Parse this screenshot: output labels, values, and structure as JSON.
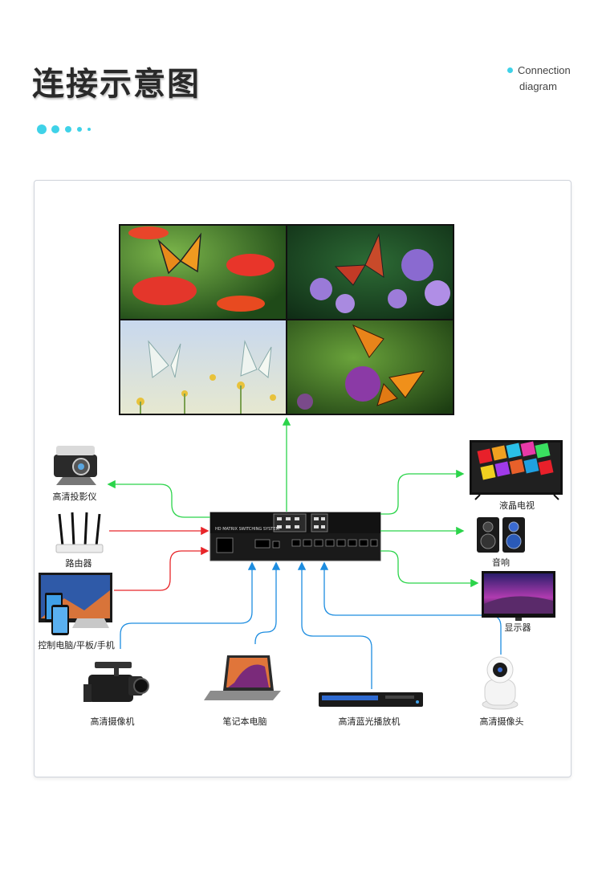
{
  "header": {
    "title": "连接示意图",
    "subtitle_line1": "Connection",
    "subtitle_line2": "diagram"
  },
  "device": {
    "panel_text": "HD MATRIX SWITCHING SYSTEM"
  },
  "labels": {
    "projector": "高清投影仪",
    "router": "路由器",
    "control_pc": "控制电脑/平板/手机",
    "camcorder": "高清摄像机",
    "laptop": "笔记本电脑",
    "bluray": "高清蓝光播放机",
    "ip_camera": "高清摄像头",
    "lcd_tv": "液晶电视",
    "speaker": "音响",
    "monitor": "显示器"
  },
  "colors": {
    "accent": "#3fd2e8",
    "output_line": "#2bd44a",
    "control_line": "#e8262a",
    "input_line": "#1d8de0"
  }
}
